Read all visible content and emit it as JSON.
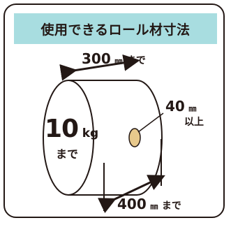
{
  "title": "使用できるロール材寸法",
  "width_spec": {
    "value": "300",
    "unit": "㎜",
    "suffix": "まで"
  },
  "core_spec": {
    "value": "40",
    "unit": "㎜",
    "suffix": "以上"
  },
  "weight_spec": {
    "value": "10",
    "unit": "kg",
    "suffix": "まで"
  },
  "diameter_spec": {
    "value": "400",
    "unit": "㎜",
    "suffix": "まで"
  },
  "colors": {
    "title_band": "#a8dde0",
    "core": "#e8c98c",
    "outline": "#231815"
  },
  "icons": [
    "double-arrow-icon",
    "roll-icon",
    "core-icon"
  ]
}
